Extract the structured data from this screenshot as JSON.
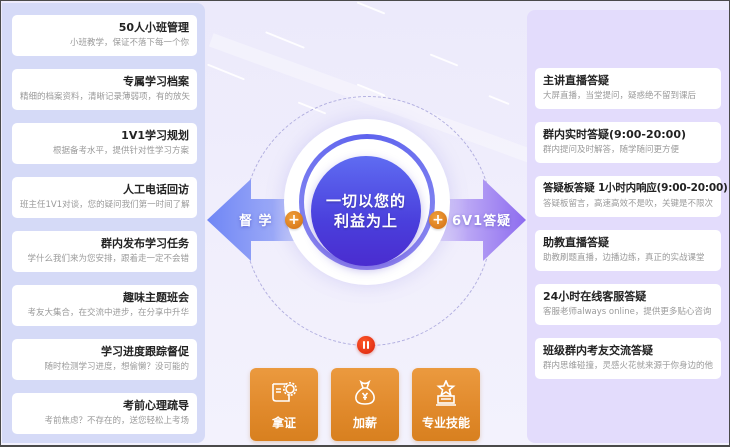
{
  "left_panel": {
    "items": [
      {
        "title": "50人小班管理",
        "desc": "小班教学，保证不落下每一个你"
      },
      {
        "title": "专属学习档案",
        "desc": "精细的档案资料，清晰记录薄弱项，有的放矢"
      },
      {
        "title": "1V1学习规划",
        "desc": "根据备考水平，提供针对性学习方案"
      },
      {
        "title": "人工电话回访",
        "desc": "班主任1V1对谈，您的疑问我们第一时间了解"
      },
      {
        "title": "群内发布学习任务",
        "desc": "学什么我们来为您安排，跟着走一定不会错"
      },
      {
        "title": "趣味主题班会",
        "desc": "考友大集合，在交流中进步，在分享中升华"
      },
      {
        "title": "学习进度跟踪督促",
        "desc": "随时检测学习进度，想偷懒？没可能的"
      },
      {
        "title": "考前心理疏导",
        "desc": "考前焦虑？不存在的，送您轻松上考场"
      }
    ]
  },
  "right_panel": {
    "items": [
      {
        "title": "主讲直播答疑",
        "desc": "大屏直播，当堂提问，疑惑绝不留到课后"
      },
      {
        "title": "群内实时答疑(9:00-20:00)",
        "desc": "群内提问及时解答，随学随问更方便"
      },
      {
        "title": "答疑板答疑 1小时内响应(9:00-20:00)",
        "desc": "答疑板留言，高速高效不是吹，关键是不限次"
      },
      {
        "title": "助教直播答疑",
        "desc": "助教刷题直播，边播边练，真正的实战课堂"
      },
      {
        "title": "24小时在线客服答疑",
        "desc": "客服老师always online，提供更多贴心咨询"
      },
      {
        "title": "班级群内考友交流答疑",
        "desc": "群内思维碰撞，灵感火花就来源于你身边的他"
      }
    ]
  },
  "center": {
    "line1": "一切以您的",
    "line2": "利益为上",
    "left_arrow_label": "督 学",
    "right_arrow_label": "6V1答疑",
    "plus_symbol": "+"
  },
  "bottom_tiles": [
    {
      "label": "拿证",
      "icon": "certificate-icon"
    },
    {
      "label": "加薪",
      "icon": "money-bag-icon"
    },
    {
      "label": "专业技能",
      "icon": "trophy-star-icon"
    }
  ],
  "colors": {
    "left_panel_bg": "#d5daf7",
    "right_panel_bg": "#e3dcfc",
    "core_blue": "#4a3fdc",
    "tile_orange": "#e18a2c",
    "plus_orange": "#e0821f",
    "pause_red": "#e0301a"
  }
}
